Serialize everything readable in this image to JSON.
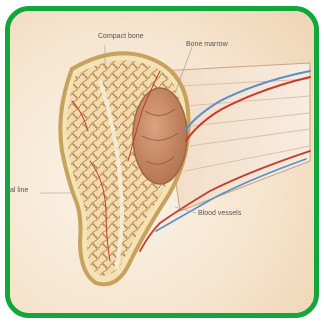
{
  "illustration": {
    "labels": {
      "compact_bone": "Compact bone",
      "bone_marrow": "Bone marrow",
      "line": "al line",
      "blood_vessels": "Blood vessels"
    }
  },
  "colors": {
    "frame_border": "#12a63c",
    "background_warm": "#f6e7d3",
    "bone": "#e7c48a",
    "marrow": "#c98f6c",
    "vessel_red": "#c83a2e",
    "vessel_blue": "#5b8fc6"
  }
}
